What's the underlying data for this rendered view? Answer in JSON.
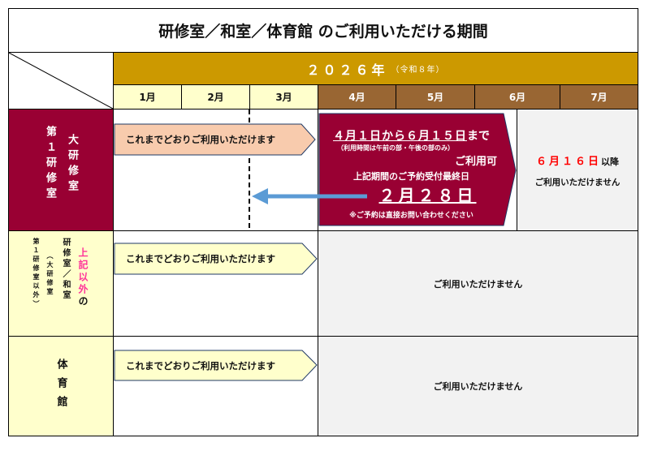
{
  "title": "研修室／和室／体育館 のご利用いただける期間",
  "year": {
    "label": "２０２６年",
    "era": "（令和８年）"
  },
  "months": [
    "1月",
    "2月",
    "3月",
    "4月",
    "5月",
    "6月",
    "7月"
  ],
  "rows": {
    "hall": {
      "col_left": "第１研修室",
      "col_right": "大研修室"
    },
    "others": {
      "line1": "上記以外",
      "line1_suffix": "の",
      "line2": "研修室／和室",
      "line3": "（大研修室",
      "line4": "第１研修室以外）"
    },
    "gym": {
      "label": "体育館"
    }
  },
  "arrow_text": "これまでどおりご利用いただけます",
  "notice": {
    "period": "４月１日から６月１５日",
    "period_suffix": "まで",
    "note": "（利用時間は午前の部・午後の部のみ）",
    "available": "ご利用可",
    "deadline_label": "上記期間のご予約受付最終日",
    "deadline": "２月２８日",
    "contact": "※ご予約は直接お問い合わせください"
  },
  "after": {
    "date": "６月１６日",
    "suffix": "以降",
    "text": "ご利用いただけません"
  },
  "unavailable": "ご利用いただけません",
  "colors": {
    "gold": "#CC9900",
    "brown": "#996633",
    "cream": "#FFFFCC",
    "maroon": "#990033",
    "peach": "#F8CBAD",
    "blue": "#5B9BD5",
    "red": "#FF0000",
    "pink": "#FF3399"
  }
}
